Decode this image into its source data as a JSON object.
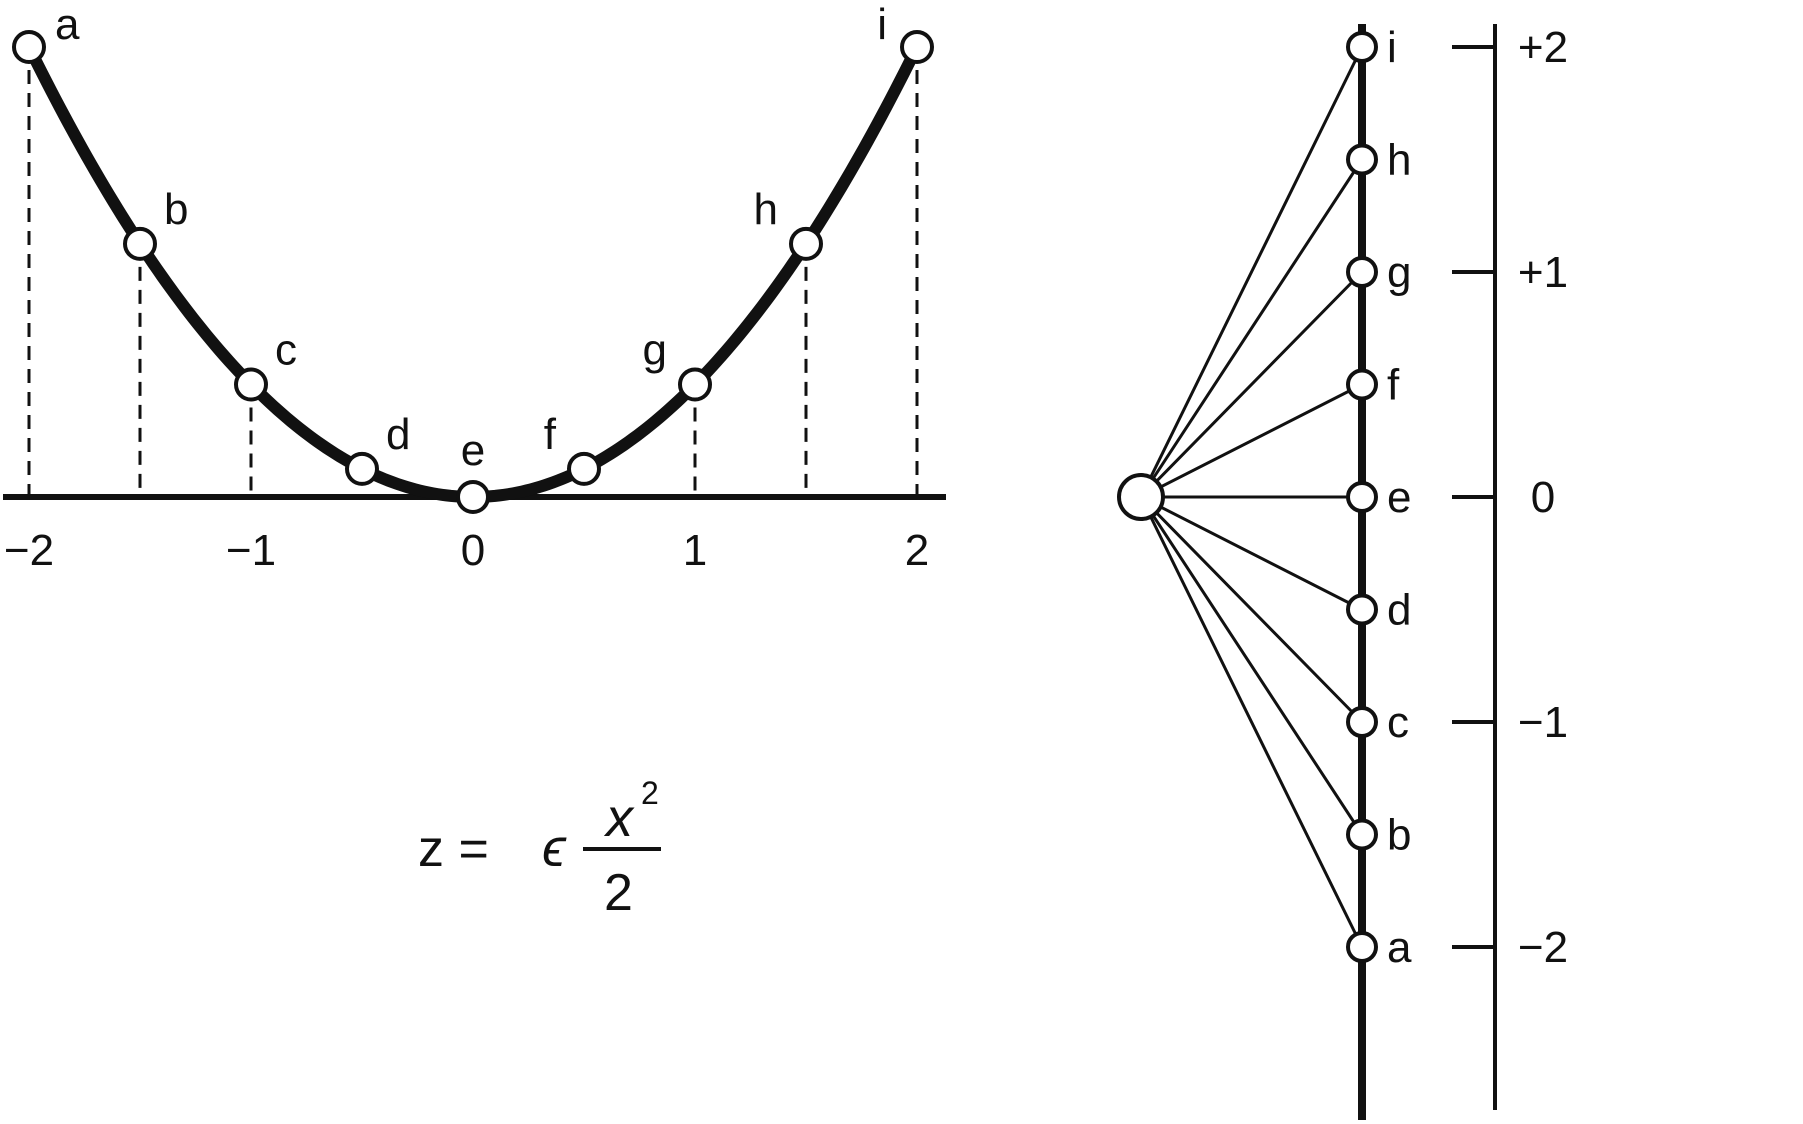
{
  "curve": {
    "points": [
      {
        "label": "a",
        "x": -2,
        "z": 2
      },
      {
        "label": "b",
        "x": -1.5,
        "z": 1.125
      },
      {
        "label": "c",
        "x": -1,
        "z": 0.5
      },
      {
        "label": "d",
        "x": -0.5,
        "z": 0.125
      },
      {
        "label": "e",
        "x": 0,
        "z": 0
      },
      {
        "label": "f",
        "x": 0.5,
        "z": 0.125
      },
      {
        "label": "g",
        "x": 1,
        "z": 0.5
      },
      {
        "label": "h",
        "x": 1.5,
        "z": 1.125
      },
      {
        "label": "i",
        "x": 2,
        "z": 2
      }
    ],
    "x_ticks": [
      "−2",
      "−1",
      "0",
      "1",
      "2"
    ]
  },
  "formula": {
    "lhs": "z =",
    "epsilon": "ϵ",
    "numerator_var": "x",
    "exponent": "2",
    "denominator": "2"
  },
  "ladder": {
    "nodes": [
      {
        "label": "a",
        "value": -2
      },
      {
        "label": "b",
        "value": -1.5
      },
      {
        "label": "c",
        "value": -1
      },
      {
        "label": "d",
        "value": -0.5
      },
      {
        "label": "e",
        "value": 0
      },
      {
        "label": "f",
        "value": 0.5
      },
      {
        "label": "g",
        "value": 1
      },
      {
        "label": "h",
        "value": 1.5
      },
      {
        "label": "i",
        "value": 2
      }
    ],
    "scale_ticks": [
      {
        "label": "+2",
        "value": 2
      },
      {
        "label": "+1",
        "value": 1
      },
      {
        "label": "0",
        "value": 0
      },
      {
        "label": "−1",
        "value": -1
      },
      {
        "label": "−2",
        "value": -2
      }
    ]
  },
  "colors": {
    "ink": "#111111",
    "node_fill": "#ffffff"
  }
}
